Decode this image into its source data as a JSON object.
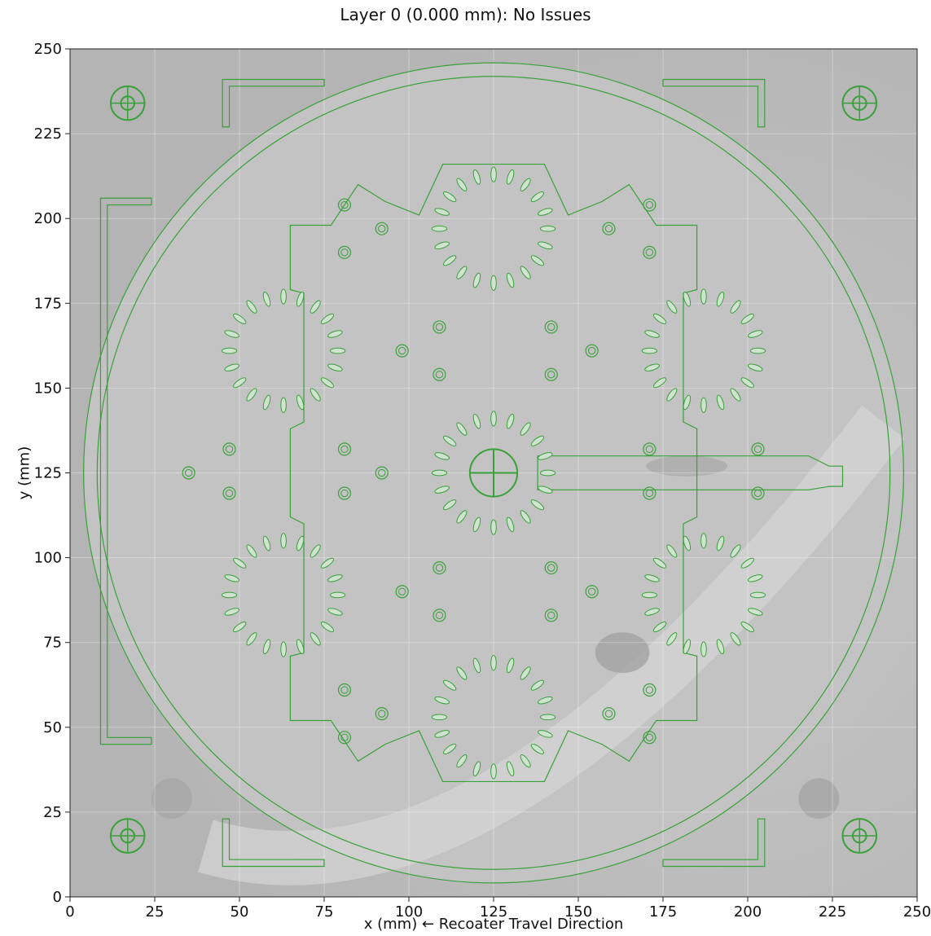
{
  "chart_data": {
    "type": "image",
    "title": "Layer 0 (0.000 mm): No Issues",
    "xlabel": "x (mm) ← Recoater Travel Direction",
    "ylabel": "y (mm)",
    "xlim": [
      0,
      250
    ],
    "ylim": [
      0,
      250
    ],
    "xticks": [
      "0",
      "25",
      "50",
      "75",
      "100",
      "125",
      "150",
      "175",
      "200",
      "225",
      "250"
    ],
    "yticks": [
      "0",
      "25",
      "50",
      "75",
      "100",
      "125",
      "150",
      "175",
      "200",
      "225",
      "250"
    ],
    "grid": true,
    "outline_color": "#3aa03a",
    "background_color": "#b9b9b9",
    "build_plate": {
      "outer_circle": {
        "center": [
          125,
          125
        ],
        "radius": 121
      },
      "fiducials": [
        [
          17,
          234
        ],
        [
          233,
          234
        ],
        [
          17,
          18
        ],
        [
          233,
          18
        ]
      ],
      "gear_centers": [
        [
          125,
          197
        ],
        [
          63,
          161
        ],
        [
          187,
          161
        ],
        [
          125,
          125
        ],
        [
          63,
          89
        ],
        [
          187,
          89
        ],
        [
          125,
          53
        ]
      ]
    }
  }
}
